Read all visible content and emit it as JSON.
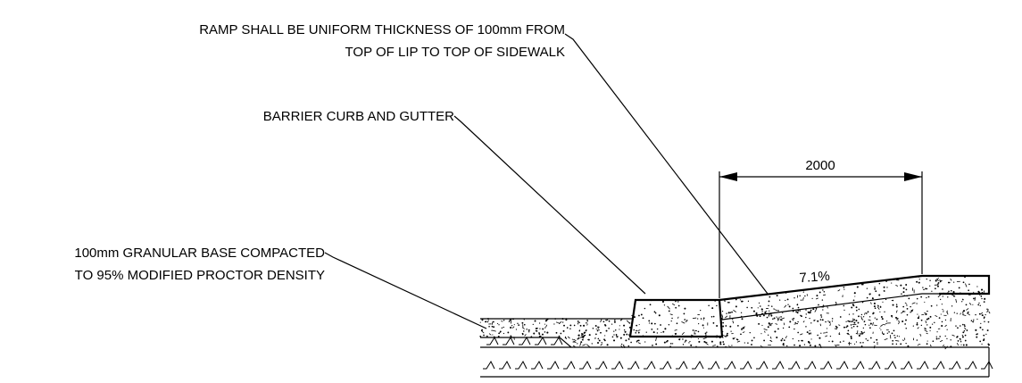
{
  "annotations": {
    "ramp_note_line1": "RAMP SHALL BE UNIFORM THICKNESS OF 100mm FROM",
    "ramp_note_line2": "TOP OF LIP TO TOP OF SIDEWALK",
    "curb_note": "BARRIER CURB AND GUTTER",
    "base_note_line1": "100mm GRANULAR BASE COMPACTED",
    "base_note_line2": "TO 95%  MODIFIED PROCTOR DENSITY"
  },
  "dimension": {
    "length_label": "2000"
  },
  "slope": {
    "label": "7.1%"
  }
}
